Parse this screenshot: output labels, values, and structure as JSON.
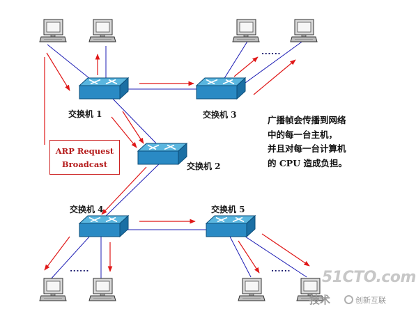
{
  "switches": [
    {
      "id": "sw1",
      "label": "交换机 1"
    },
    {
      "id": "sw2",
      "label": "交换机 2"
    },
    {
      "id": "sw3",
      "label": "交换机 3"
    },
    {
      "id": "sw4",
      "label": "交换机 4"
    },
    {
      "id": "sw5",
      "label": "交换机 5"
    }
  ],
  "arp_box": {
    "line1": "ARP Request",
    "line2": "Broadcast"
  },
  "note": {
    "line1": "广播帧会传播到网络",
    "line2": "中的每一台主机，",
    "line3": "并且对每一台计算机",
    "line4": "的 CPU 造成负担。"
  },
  "ellipsis": "......",
  "watermark": {
    "site": "51CTO.com",
    "tech": "技术",
    "brand": "创新互联"
  },
  "colors": {
    "link_blue": "#1c1cb4",
    "arrow_red": "#e01818",
    "switch_top": "#4fb0dc",
    "switch_side": "#1f80b8",
    "text_dark": "#111111"
  }
}
